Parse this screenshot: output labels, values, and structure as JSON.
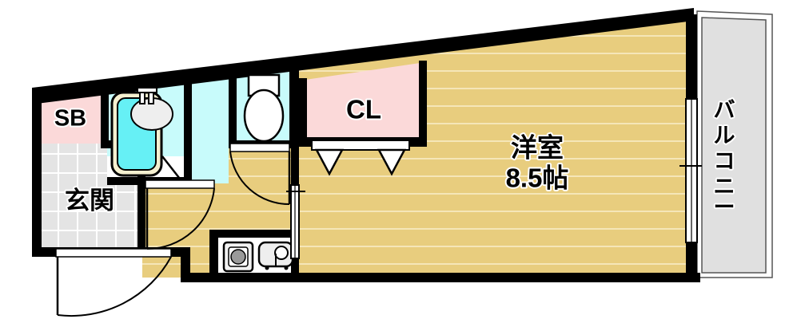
{
  "plan": {
    "type": "japanese-apartment-floorplan",
    "title": "",
    "rooms": [
      {
        "id": "sb",
        "label": "SB",
        "kind": "shoe-box",
        "color": "#fbd9d9"
      },
      {
        "id": "genkan",
        "label": "玄関",
        "kind": "entrance-tile",
        "color": "#e4e4e4"
      },
      {
        "id": "bath",
        "label": "",
        "kind": "unit-bath",
        "color": "#c8fbfb"
      },
      {
        "id": "toilet",
        "label": "",
        "kind": "toilet",
        "color": "#c8fbfb"
      },
      {
        "id": "closet",
        "label": "CL",
        "kind": "closet",
        "color": "#fbd9d9"
      },
      {
        "id": "main",
        "label": "洋室",
        "kind": "western-room",
        "color": "#e8cd7e"
      },
      {
        "id": "balcony",
        "label": "バルコニー",
        "kind": "balcony",
        "color": "#e0e0e0"
      }
    ],
    "main_room": {
      "name": "洋室",
      "area": "8.5帖",
      "area_value": 8.5,
      "area_unit": "帖"
    },
    "balcony": {
      "name": "バルコニー",
      "chars": [
        "バ",
        "ル",
        "コ",
        "ニ",
        "ー"
      ]
    },
    "fixtures": [
      {
        "id": "bathtub",
        "name": "bathtub"
      },
      {
        "id": "wash-basin",
        "name": "wash-basin"
      },
      {
        "id": "faucet",
        "name": "faucet"
      },
      {
        "id": "toilet-bowl",
        "name": "toilet-bowl"
      },
      {
        "id": "stove",
        "name": "single-burner-stove"
      },
      {
        "id": "kitchen-sink",
        "name": "kitchen-sink"
      }
    ],
    "doors": [
      {
        "id": "entrance-door",
        "name": "entrance-door",
        "type": "swing"
      },
      {
        "id": "bath-door",
        "name": "bath-door",
        "type": "swing"
      },
      {
        "id": "toilet-door",
        "name": "toilet-door",
        "type": "swing"
      },
      {
        "id": "room-door",
        "name": "room-sliding-door",
        "type": "sliding"
      },
      {
        "id": "balcony-door",
        "name": "balcony-sliding-door",
        "type": "sliding"
      },
      {
        "id": "closet-door",
        "name": "closet-folding-door",
        "type": "folding"
      }
    ],
    "colors": {
      "wall": "#000000",
      "floor": "#e8cd7e",
      "floor_line": "#f5e6b8",
      "tile": "#e4e4e4",
      "tile_line": "#ffffff",
      "water": "#c8fbfb",
      "tub_water": "#66f0f5",
      "closet": "#fbd9d9",
      "balcony": "#e0e0e0",
      "white": "#ffffff"
    }
  }
}
